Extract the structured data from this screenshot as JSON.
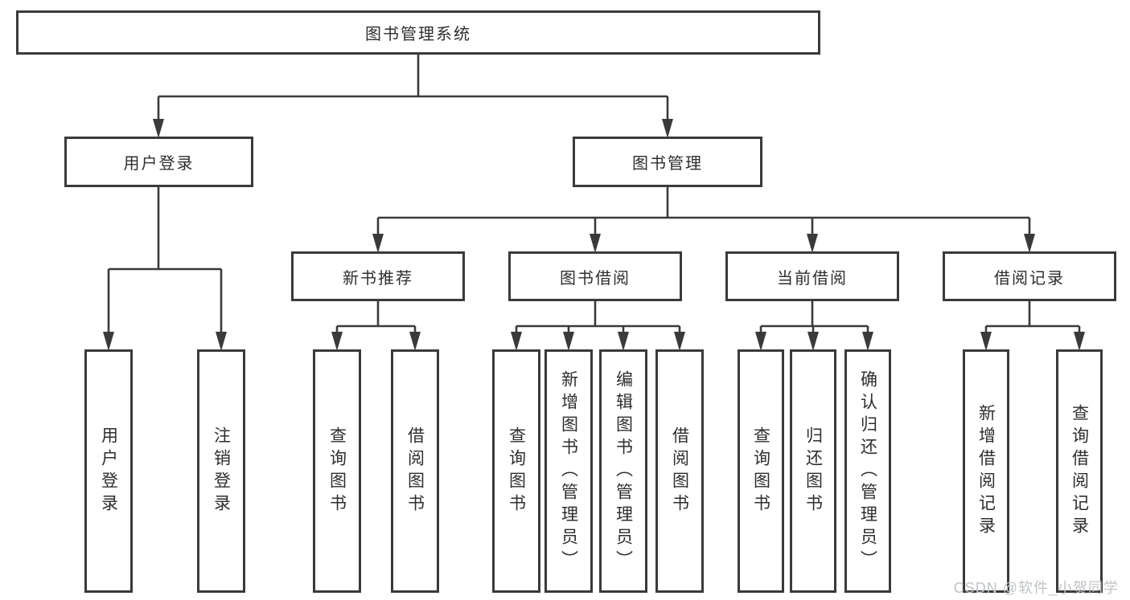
{
  "tree": {
    "label": "图书管理系统",
    "children": [
      {
        "label": "用户登录",
        "children": [
          {
            "label": "用户登录"
          },
          {
            "label": "注销登录"
          }
        ]
      },
      {
        "label": "图书管理",
        "children": [
          {
            "label": "新书推荐",
            "children": [
              {
                "label": "查询图书"
              },
              {
                "label": "借阅图书"
              }
            ]
          },
          {
            "label": "图书借阅",
            "children": [
              {
                "label": "查询图书"
              },
              {
                "label": "新增图书（管理员）"
              },
              {
                "label": "编辑图书（管理员）"
              },
              {
                "label": "借阅图书"
              }
            ]
          },
          {
            "label": "当前借阅",
            "children": [
              {
                "label": "查询图书"
              },
              {
                "label": "归还图书"
              },
              {
                "label": "确认归还（管理员）"
              }
            ]
          },
          {
            "label": "借阅记录",
            "children": [
              {
                "label": "新增借阅记录"
              },
              {
                "label": "查询借阅记录"
              }
            ]
          }
        ]
      }
    ]
  },
  "watermark": {
    "text": "CSDN @软件_小贺同学"
  },
  "colors": {
    "line": "#3a3a3a",
    "box_border": "#3a3a3a",
    "text": "#2e2e2e",
    "background": "#ffffff",
    "watermark": "#bfc3c7"
  }
}
